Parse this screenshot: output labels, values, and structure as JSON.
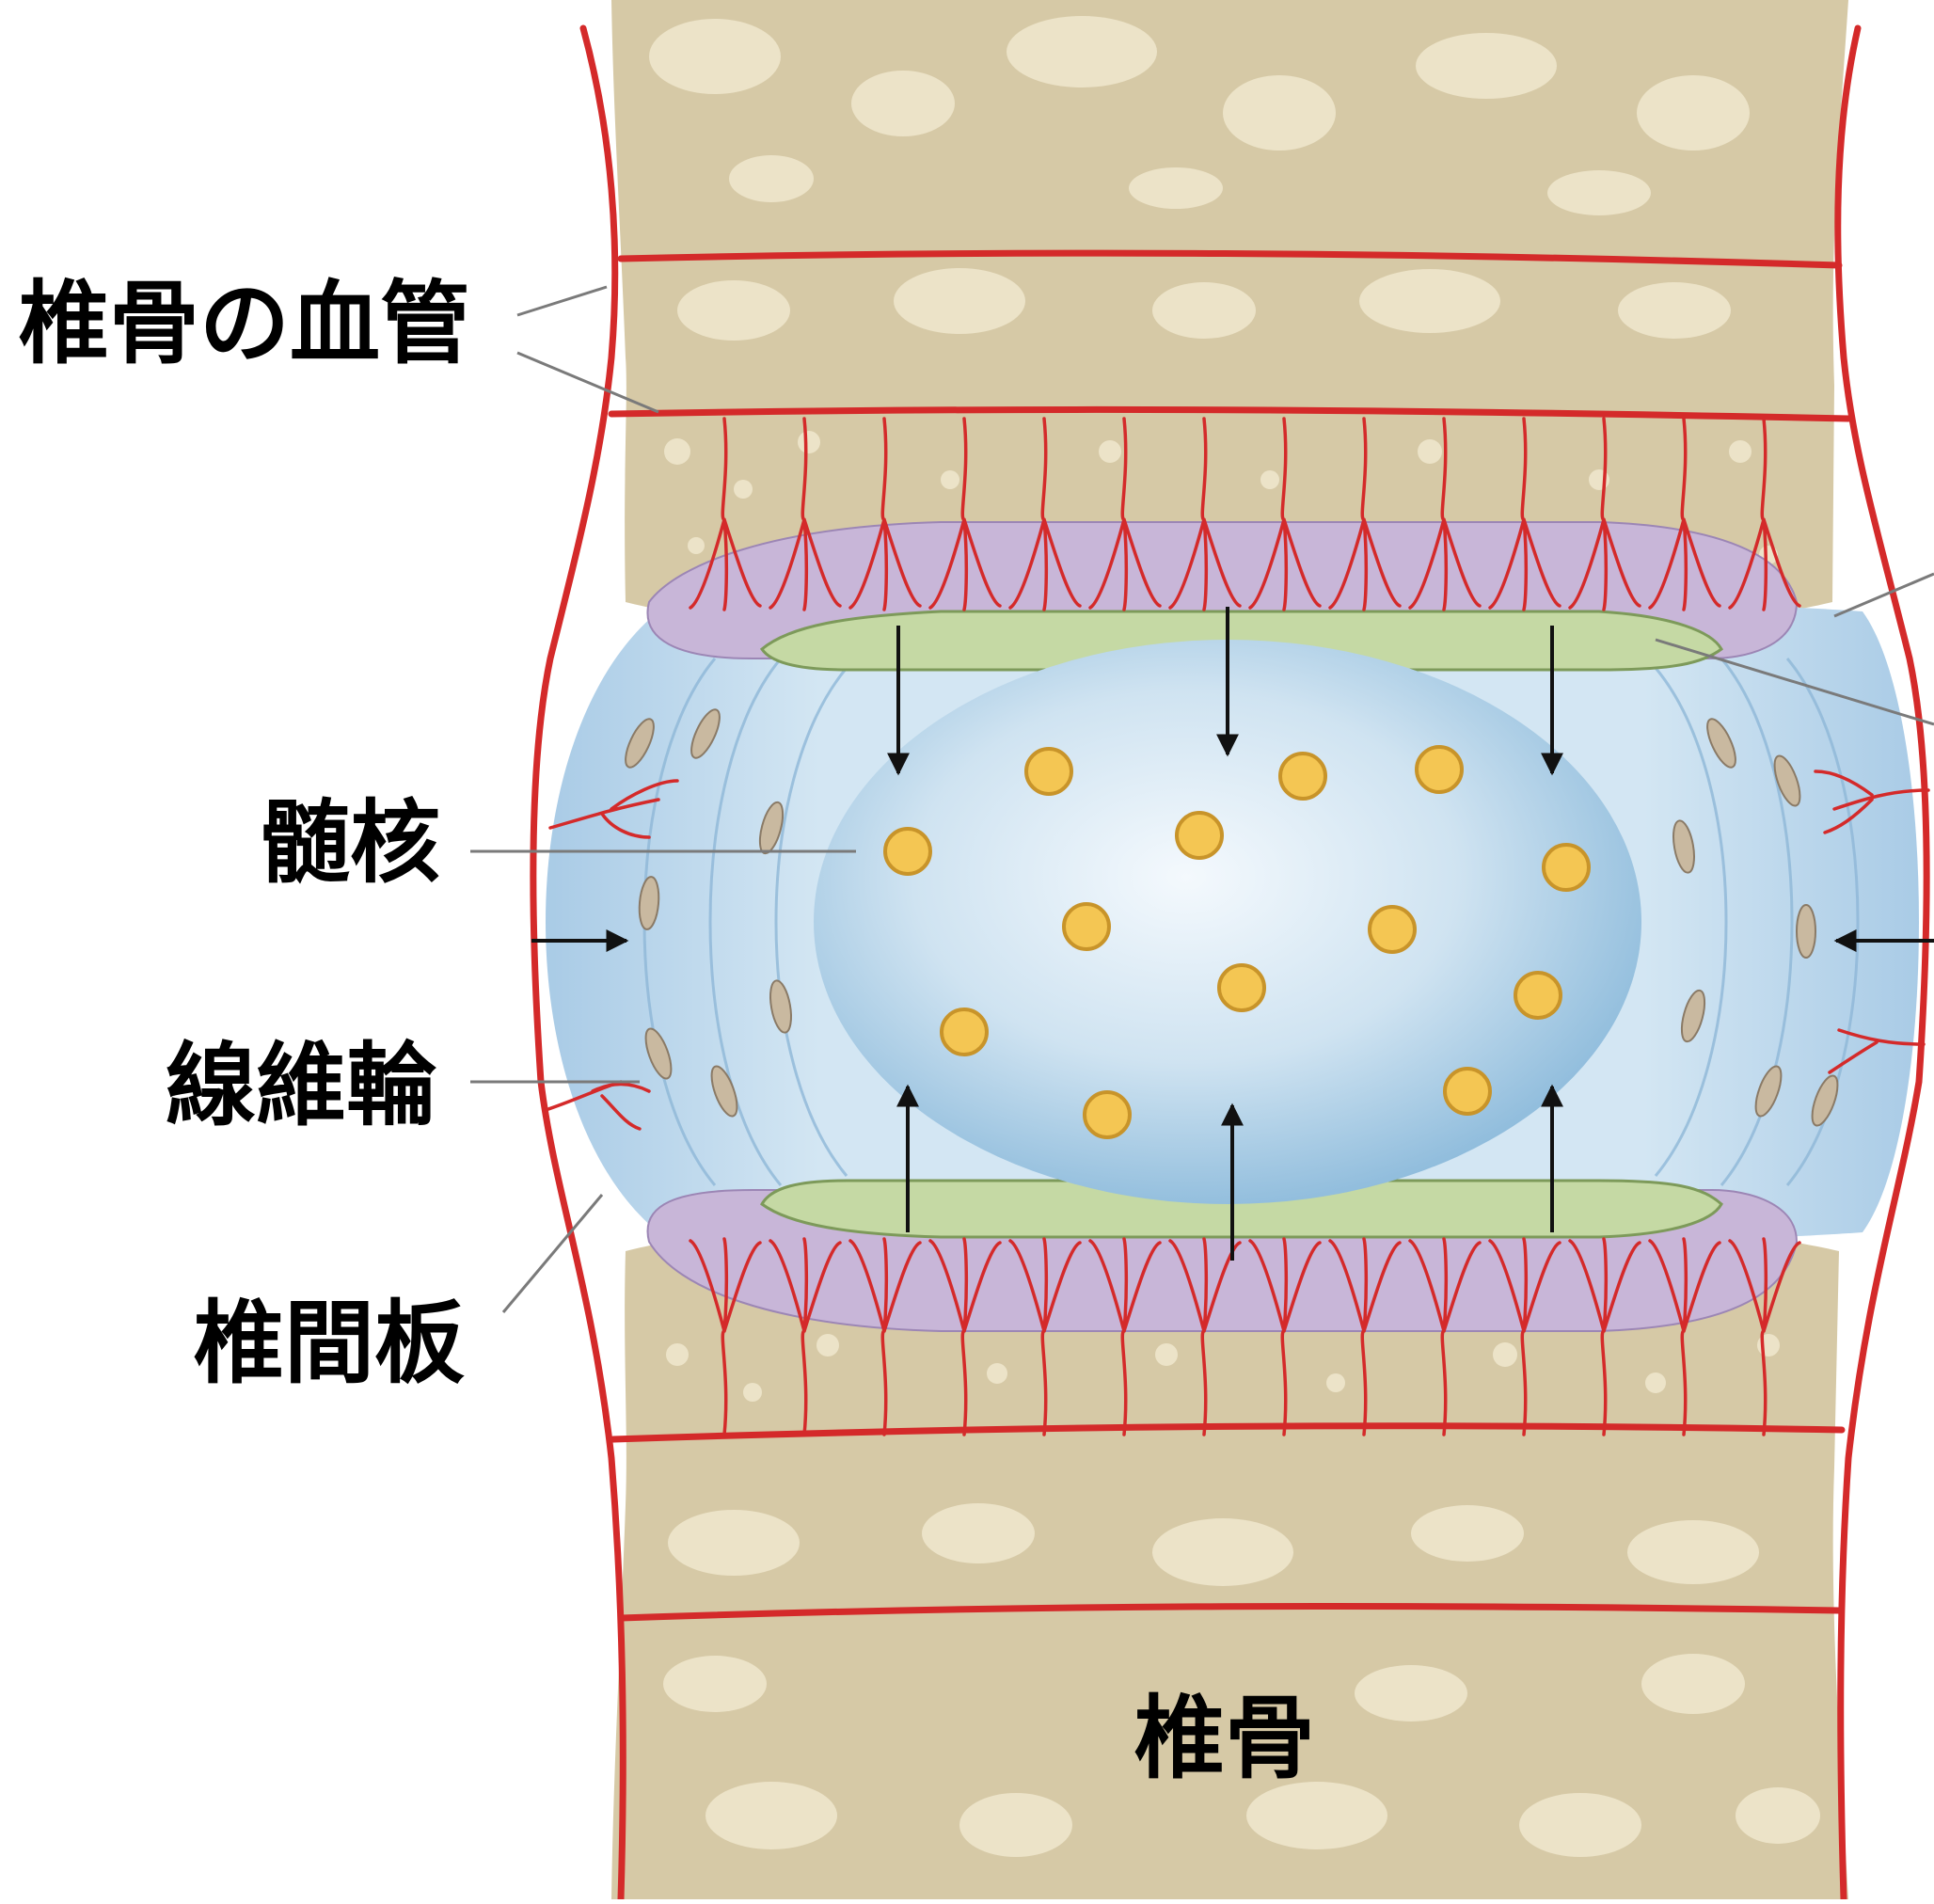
{
  "labels": {
    "vertebral_vessels": "椎骨の血管",
    "nucleus_pulposus": "髄核",
    "annulus_fibrosus": "線維輪",
    "intervertebral_disc": "椎間板",
    "vertebra": "椎骨"
  },
  "colors": {
    "bone": "#d6c9a6",
    "bone_spot": "#ece3c8",
    "vessel": "#d42a2a",
    "annulus": "#bcd7ec",
    "nucleus": "#a9cfe6",
    "endplate": "#c5d9a4",
    "cartilage": "#c8b6d8",
    "cell": "#f4c653",
    "leader": "#7a7a7a",
    "arrow": "#111111"
  }
}
